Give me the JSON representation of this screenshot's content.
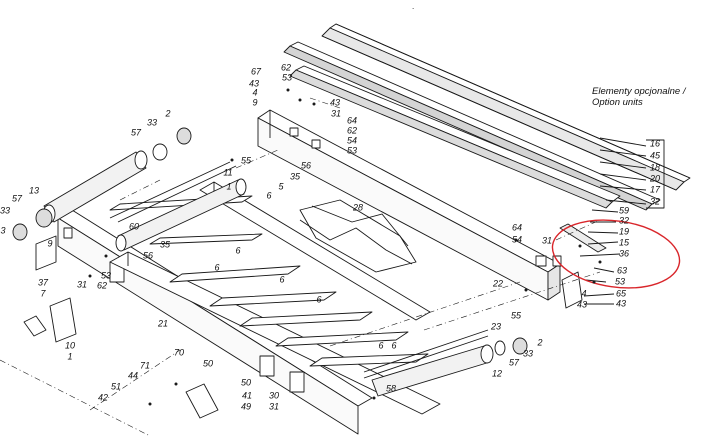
{
  "header": {
    "optional_title_line1": "Elementy opcjonalne /",
    "optional_title_line2": "Option units",
    "top_mark": "."
  },
  "colors": {
    "line": "#1a1a1a",
    "highlight_ellipse": "#d9262b",
    "background": "#ffffff"
  },
  "callouts": [
    "67",
    "62",
    "53",
    "43",
    "4",
    "43",
    "9",
    "31",
    "64",
    "62",
    "54",
    "53",
    "2",
    "33",
    "57",
    "55",
    "11",
    "5",
    "35",
    "56",
    "1",
    "13",
    "57",
    "33",
    "3",
    "9",
    "37",
    "7",
    "31",
    "62",
    "53",
    "60",
    "35",
    "56",
    "6",
    "6",
    "6",
    "6",
    "6",
    "6",
    "28",
    "21",
    "10",
    "1",
    "70",
    "71",
    "44",
    "50",
    "51",
    "42",
    "50",
    "41",
    "49",
    "30",
    "31",
    "58",
    "64",
    "54",
    "31",
    "22",
    "2",
    "33",
    "57",
    "23",
    "55",
    "12",
    "6",
    "16",
    "45",
    "18",
    "20",
    "17",
    "32",
    "59",
    "32",
    "19",
    "15",
    "36",
    "63",
    "53",
    "4",
    "65",
    "43",
    "43"
  ]
}
